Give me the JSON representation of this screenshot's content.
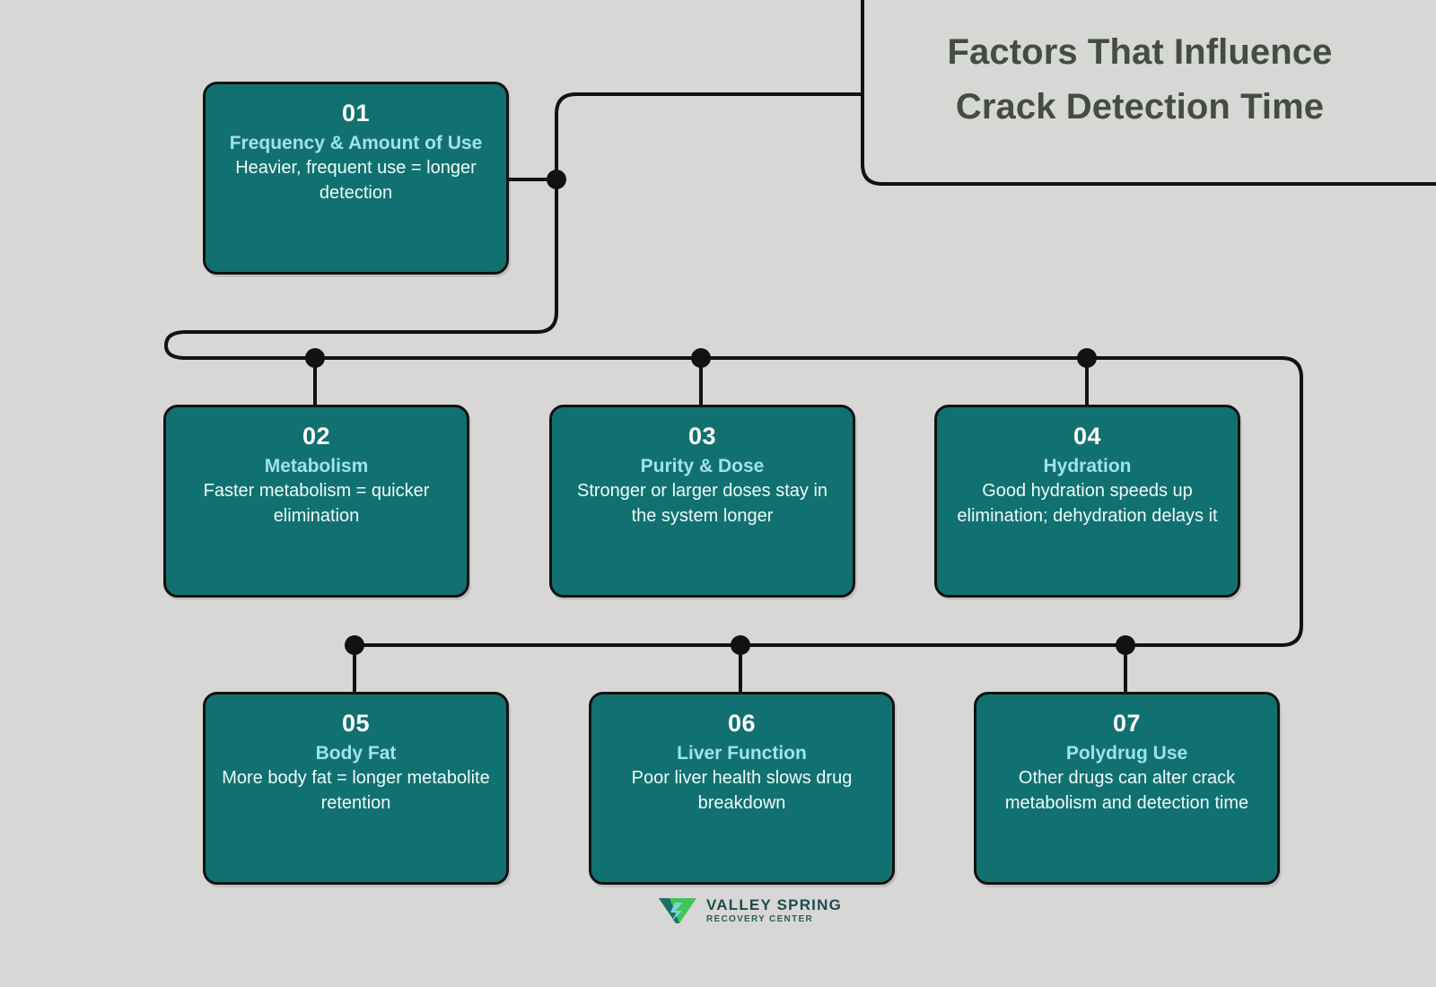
{
  "header": {
    "title_lines": [
      "Factors That Influence",
      "Crack Detection Time"
    ],
    "title_color": "#434d40"
  },
  "theme": {
    "background": "#d7d7d5",
    "card_fill": "#117170",
    "card_border": "#121212",
    "card_number_color": "#ffffff",
    "card_title_color": "#9fe3ec",
    "card_desc_color": "#ecfbf9",
    "connector_color": "#121212"
  },
  "cards": [
    {
      "number": "01",
      "title": "Frequency & Amount of Use",
      "description": "Heavier, frequent use = longer detection"
    },
    {
      "number": "02",
      "title": "Metabolism",
      "description": "Faster metabolism = quicker elimination"
    },
    {
      "number": "03",
      "title": "Purity & Dose",
      "description": "Stronger or larger doses stay in the system longer"
    },
    {
      "number": "04",
      "title": "Hydration",
      "description": "Good hydration speeds up elimination; dehydration delays it"
    },
    {
      "number": "05",
      "title": "Body Fat",
      "description": "More body fat = longer metabolite retention"
    },
    {
      "number": "06",
      "title": "Liver Function",
      "description": "Poor liver health slows drug breakdown"
    },
    {
      "number": "07",
      "title": "Polydrug Use",
      "description": "Other drugs can alter crack metabolism and detection time"
    }
  ],
  "logo": {
    "name": "VALLEY SPRING",
    "subtitle": "RECOVERY CENTER",
    "mark_colors": [
      "#3ec659",
      "#1f6f63",
      "#7fd0e8"
    ]
  }
}
